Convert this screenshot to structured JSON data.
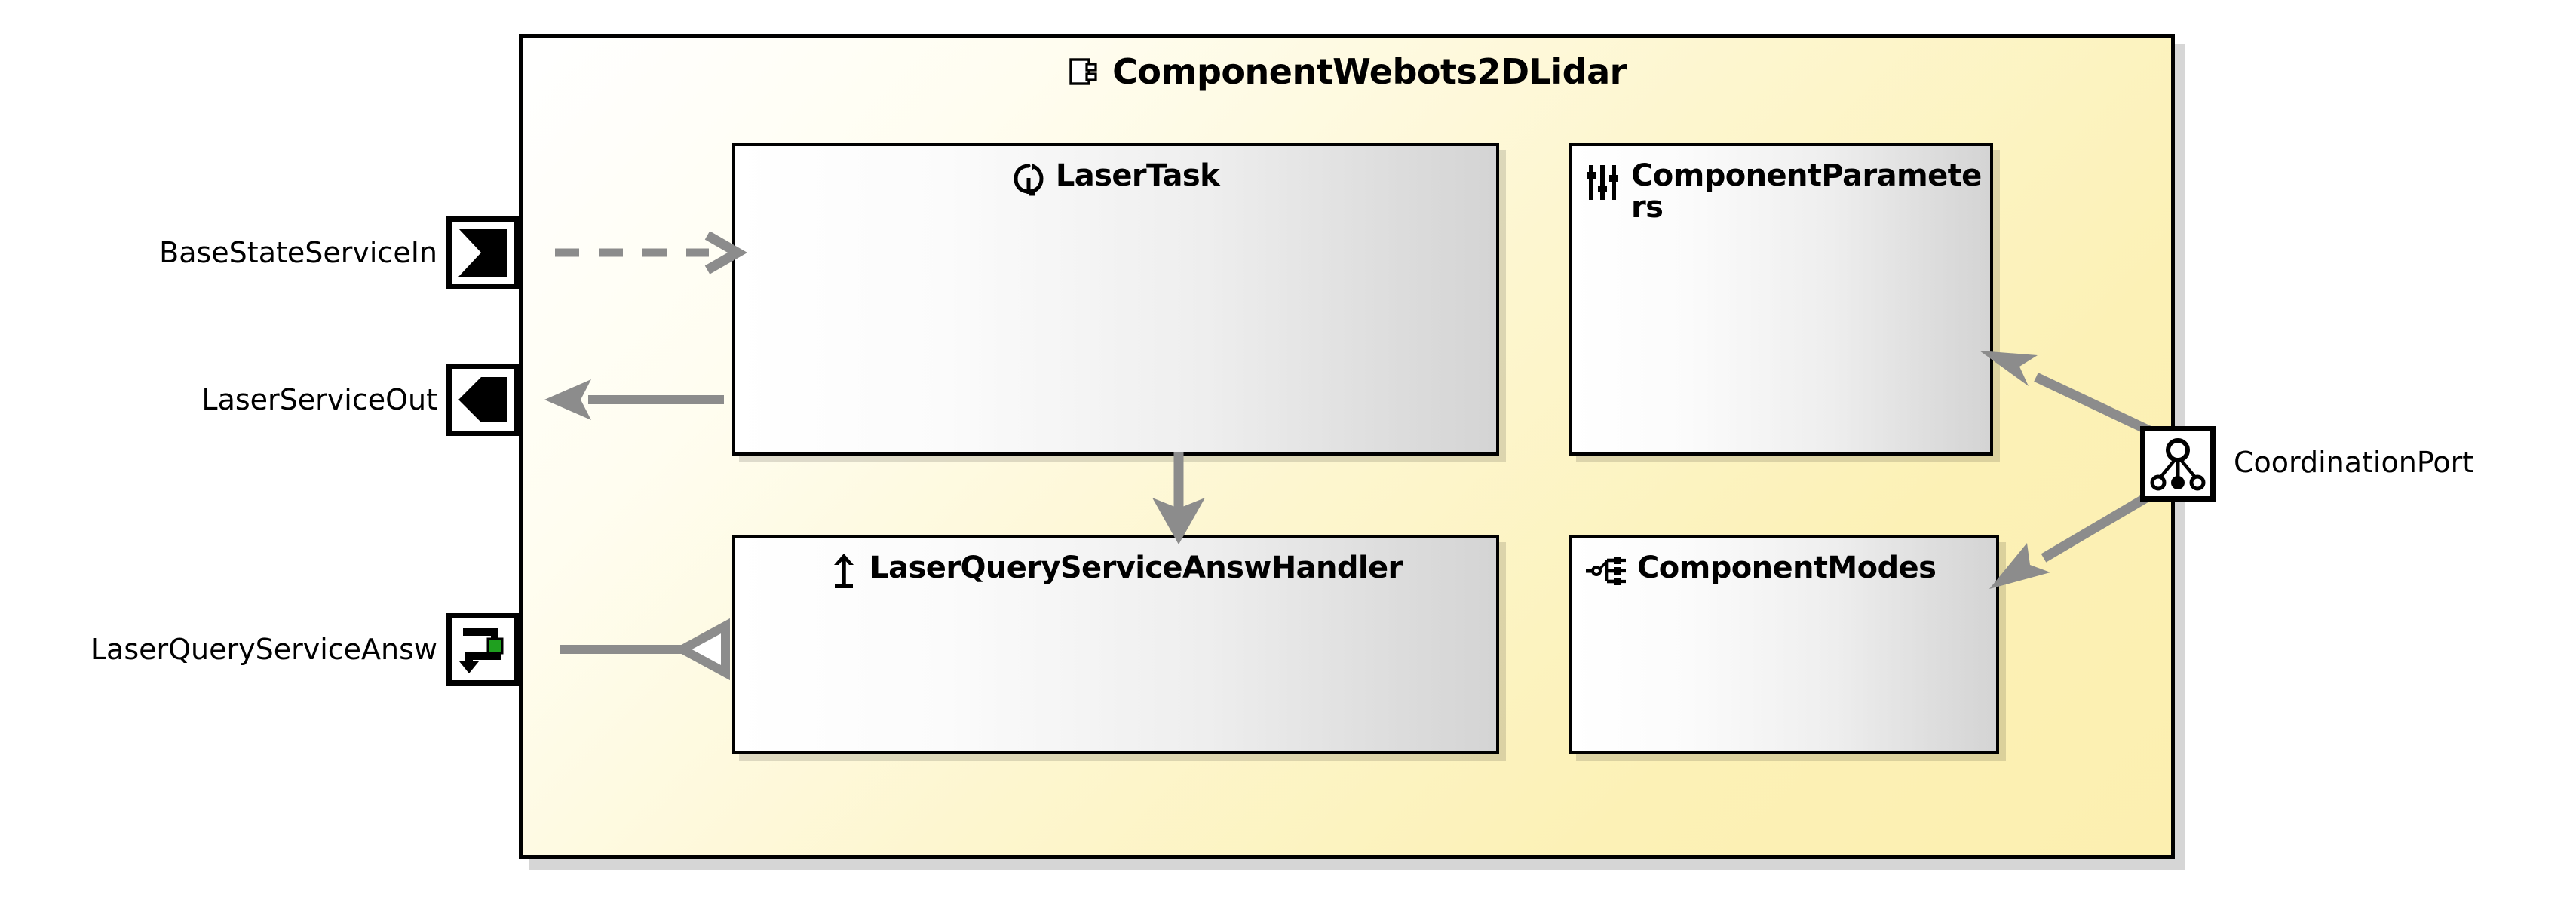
{
  "diagram": {
    "type": "uml-component-diagram",
    "title": "ComponentWebots2DLidar",
    "title_icon": "component-icon",
    "container_fill_from": "#ffffff",
    "container_fill_to": "#fcefb0",
    "container_border": "#000000",
    "connector_color": "#8c8c8c"
  },
  "inner_boxes": [
    {
      "id": "laser-task",
      "label": "LaserTask",
      "icon": "cycle-task-icon"
    },
    {
      "id": "component-parameters",
      "label": "ComponentParameters",
      "icon": "sliders-icon"
    },
    {
      "id": "laser-query-service-answ-handler",
      "label": "LaserQueryServiceAnswHandler",
      "icon": "up-arrow-handler-icon"
    },
    {
      "id": "component-modes",
      "label": "ComponentModes",
      "icon": "state-machine-icon"
    }
  ],
  "ports": [
    {
      "id": "base-state-service-in",
      "label": "BaseStateServiceIn",
      "icon": "service-in-port-icon",
      "side": "left"
    },
    {
      "id": "laser-service-out",
      "label": "LaserServiceOut",
      "icon": "service-out-port-icon",
      "side": "left"
    },
    {
      "id": "laser-query-service-answ",
      "label": "LaserQueryServiceAnsw",
      "icon": "query-answer-port-icon",
      "side": "left",
      "accent_color": "#1fa01f"
    },
    {
      "id": "coordination-port",
      "label": "CoordinationPort",
      "icon": "coordination-tree-icon",
      "side": "right"
    }
  ],
  "connectors": [
    {
      "id": "base-state-in-to-laser-task",
      "from": "base-state-service-in",
      "to": "laser-task",
      "style": "dashed",
      "arrowhead": "open-v"
    },
    {
      "id": "laser-task-to-laser-service-out",
      "from": "laser-task",
      "to": "laser-service-out",
      "style": "solid",
      "arrowhead": "filled"
    },
    {
      "id": "laser-task-to-handler",
      "from": "laser-task",
      "to": "laser-query-service-answ-handler",
      "style": "solid",
      "arrowhead": "filled"
    },
    {
      "id": "handler-to-laser-query-service-answ",
      "from": "laser-query-service-answ-handler",
      "to": "laser-query-service-answ",
      "style": "solid",
      "arrowhead": "hollow-triangle"
    },
    {
      "id": "coordination-to-component-parameters",
      "from": "coordination-port",
      "to": "component-parameters",
      "style": "solid",
      "arrowhead": "filled"
    },
    {
      "id": "coordination-to-component-modes",
      "from": "coordination-port",
      "to": "component-modes",
      "style": "solid",
      "arrowhead": "filled"
    }
  ]
}
